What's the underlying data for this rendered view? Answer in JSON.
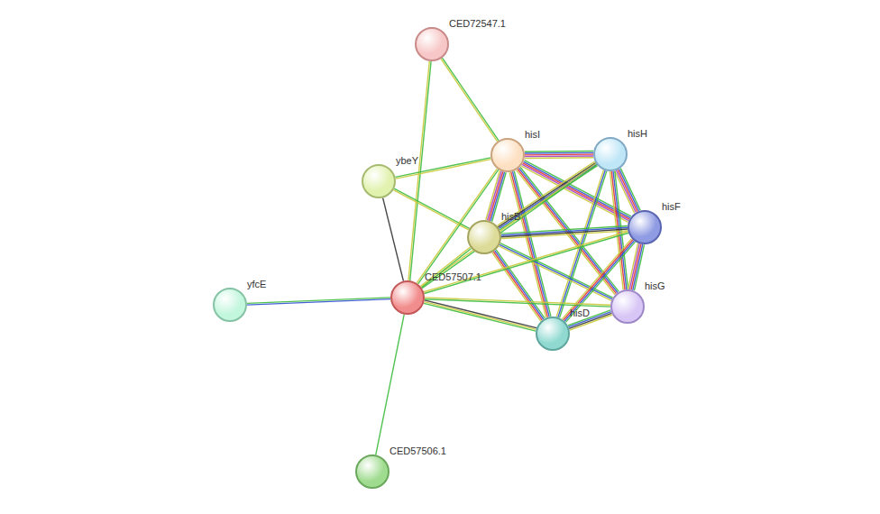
{
  "diagram": {
    "nodes": [
      {
        "text": [
          "CED72547.1"
        ]
      },
      {
        "text": [
          "hisI"
        ]
      },
      {
        "text": [
          "hisH"
        ]
      },
      {
        "text": [
          "ybeY"
        ]
      },
      {
        "text": [
          "hisB"
        ]
      },
      {
        "text": [
          "hisF"
        ]
      },
      {
        "text": [
          "CED57507.1"
        ]
      },
      {
        "text": [
          "yfcE"
        ]
      },
      {
        "text": [
          "hisD"
        ]
      },
      {
        "text": [
          "hisG"
        ]
      },
      {
        "text": [
          "CED57506.1"
        ]
      }
    ],
    "edges": [
      {
        "from": 0,
        "to": 1,
        "arrow": "none"
      },
      {
        "from": 0,
        "to": 6,
        "arrow": "none"
      },
      {
        "from": 3,
        "to": 1,
        "arrow": "none"
      },
      {
        "from": 3,
        "to": 4,
        "arrow": "none"
      },
      {
        "from": 3,
        "to": 6,
        "arrow": "none"
      },
      {
        "from": 6,
        "to": 7,
        "arrow": "none"
      },
      {
        "from": 6,
        "to": 10,
        "arrow": "none"
      },
      {
        "from": 1,
        "to": 2,
        "arrow": "none"
      },
      {
        "from": 1,
        "to": 4,
        "arrow": "none"
      },
      {
        "from": 1,
        "to": 5,
        "arrow": "none"
      },
      {
        "from": 1,
        "to": 8,
        "arrow": "none"
      },
      {
        "from": 1,
        "to": 9,
        "arrow": "none"
      },
      {
        "from": 1,
        "to": 6,
        "arrow": "none"
      },
      {
        "from": 2,
        "to": 4,
        "arrow": "none"
      },
      {
        "from": 2,
        "to": 5,
        "arrow": "none"
      },
      {
        "from": 2,
        "to": 8,
        "arrow": "none"
      },
      {
        "from": 2,
        "to": 9,
        "arrow": "none"
      },
      {
        "from": 2,
        "to": 6,
        "arrow": "none"
      },
      {
        "from": 4,
        "to": 5,
        "arrow": "none"
      },
      {
        "from": 4,
        "to": 8,
        "arrow": "none"
      },
      {
        "from": 4,
        "to": 9,
        "arrow": "none"
      },
      {
        "from": 4,
        "to": 6,
        "arrow": "none"
      },
      {
        "from": 5,
        "to": 8,
        "arrow": "none"
      },
      {
        "from": 5,
        "to": 9,
        "arrow": "none"
      },
      {
        "from": 5,
        "to": 6,
        "arrow": "none"
      },
      {
        "from": 8,
        "to": 9,
        "arrow": "none"
      },
      {
        "from": 8,
        "to": 6,
        "arrow": "none"
      },
      {
        "from": 9,
        "to": 6,
        "arrow": "none"
      }
    ]
  }
}
